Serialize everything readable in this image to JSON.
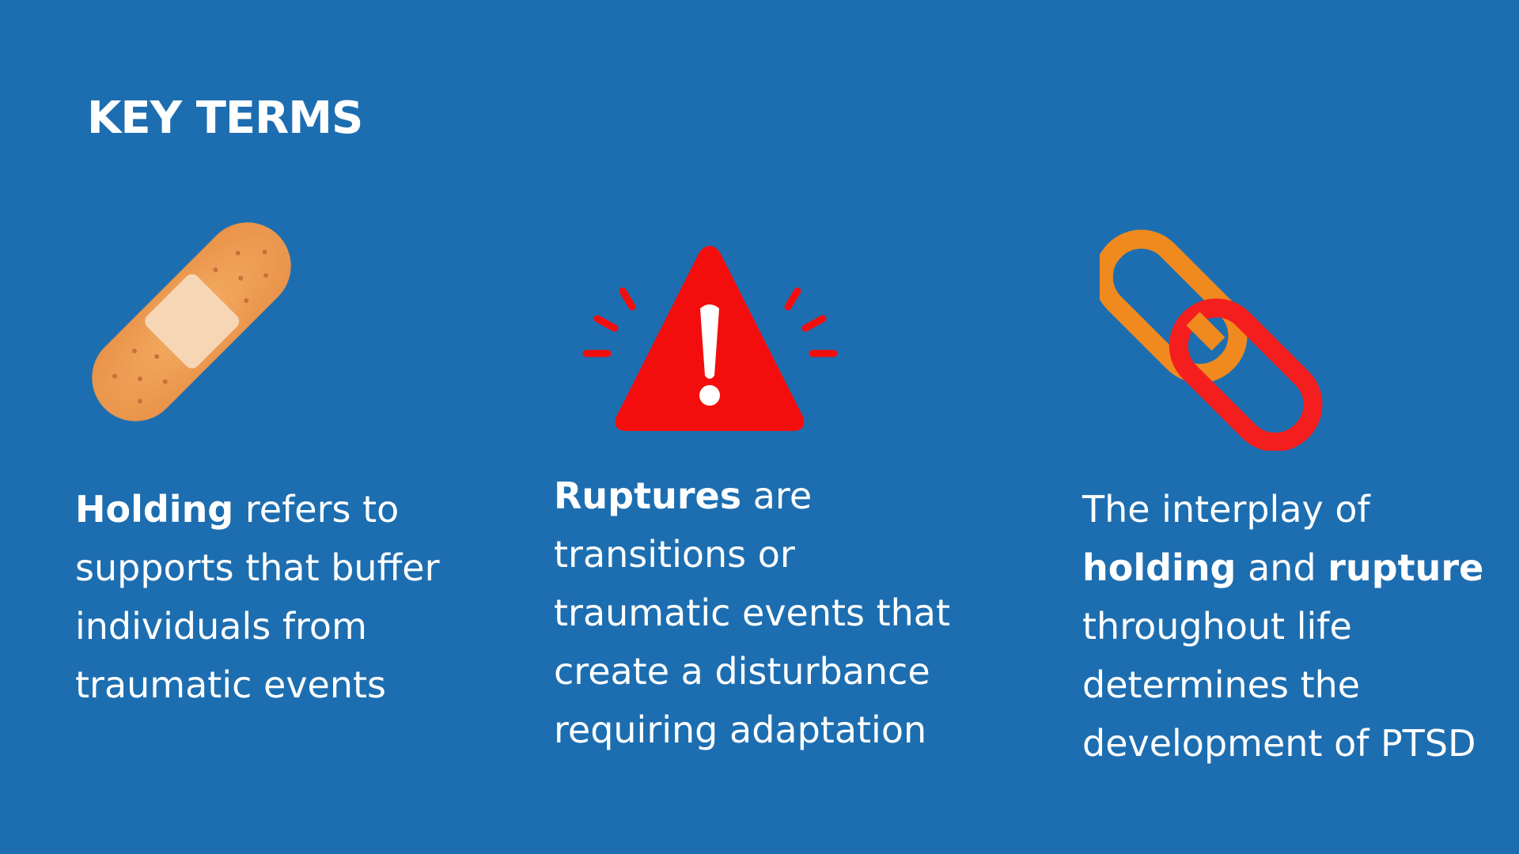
{
  "title": "KEY TERMS",
  "colors": {
    "background": "#1d6eb0",
    "text": "#ffffff",
    "bandage": "#f0a557",
    "bandage_pad": "#f7d6b6",
    "warning": "#f40d0d",
    "chain_orange": "#f08a1e",
    "chain_red": "#f51e1e"
  },
  "terms": [
    {
      "icon": "bandage-icon",
      "parts": [
        {
          "bold": true,
          "text": "Holding"
        },
        {
          "bold": false,
          "text": " refers to supports that buffer individuals from traumatic events"
        }
      ]
    },
    {
      "icon": "warning-icon",
      "parts": [
        {
          "bold": true,
          "text": "Ruptures"
        },
        {
          "bold": false,
          "text": " are transitions or traumatic events that create a disturbance requiring adaptation"
        }
      ]
    },
    {
      "icon": "chain-link-icon",
      "parts": [
        {
          "bold": false,
          "text": "The interplay of "
        },
        {
          "bold": true,
          "text": "holding"
        },
        {
          "bold": false,
          "text": " and "
        },
        {
          "bold": true,
          "text": "rupture"
        },
        {
          "bold": false,
          "text": " throughout life determines the development of PTSD"
        }
      ]
    }
  ]
}
